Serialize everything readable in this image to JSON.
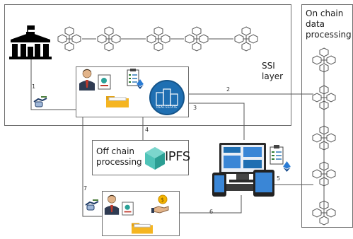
{
  "ssi_layer": {
    "label_line1": "SSI",
    "label_line2": "layer"
  },
  "onchain": {
    "label_line1": "On chain",
    "label_line2": "data",
    "label_line3": "processing"
  },
  "offchain": {
    "label_line1": "Off chain",
    "label_line2": "processing",
    "ipfs_text": "IPFS"
  },
  "real_estate_logo_text": "REAL ESTATE",
  "edges": [
    {
      "id": "1",
      "label": "1"
    },
    {
      "id": "2",
      "label": "2"
    },
    {
      "id": "3",
      "label": "3"
    },
    {
      "id": "4",
      "label": "4"
    },
    {
      "id": "5",
      "label": "5"
    },
    {
      "id": "6",
      "label": "6"
    },
    {
      "id": "7",
      "label": "7"
    }
  ],
  "icons": {
    "government": "government-building-icon",
    "blockchain": "blockchain-block-icon",
    "user": "businessman-icon",
    "id_card": "id-card-icon",
    "checklist": "checklist-icon",
    "ethereum": "ethereum-icon",
    "folder": "folder-icon",
    "handshake": "handshake-icon",
    "devices": "multi-device-icon",
    "payment": "coin-hand-icon",
    "ipfs_cube": "ipfs-cube-icon"
  }
}
